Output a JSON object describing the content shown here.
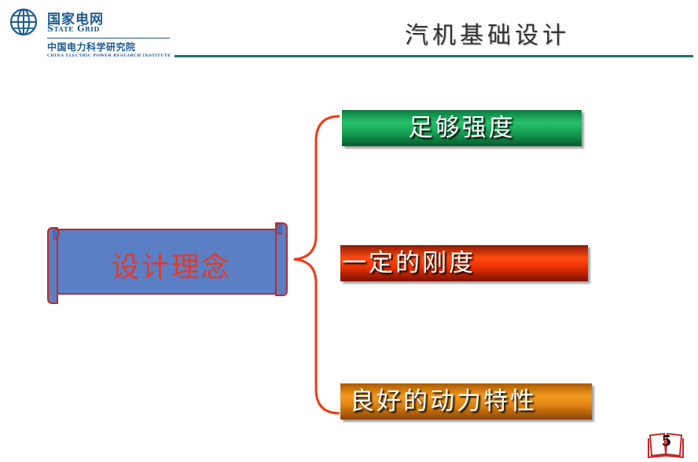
{
  "logo": {
    "org_cn": "国家电网",
    "org_en": "State Grid",
    "institute_cn": "中国电力科学研究院",
    "institute_en": "CHINA ELECTRIC POWER RESEARCH INSTITUTE",
    "icon": "state-grid-globe-icon"
  },
  "slide": {
    "title": "汽机基础设计",
    "concept": "设计理念",
    "items": [
      {
        "label": "足够强度",
        "color": "#17a556"
      },
      {
        "label": "一定的刚度",
        "color": "#ee3205"
      },
      {
        "label": "良好的动力特性",
        "color": "#e08415"
      }
    ],
    "page_number": "5"
  },
  "colors": {
    "brand_blue": "#1c5b93",
    "header_line": "#2a6a6a",
    "scroll_fill": "#5b7fc4",
    "scroll_border": "#c02a2a",
    "brace": "#f03a1a",
    "concept_text": "#e23a2a"
  }
}
